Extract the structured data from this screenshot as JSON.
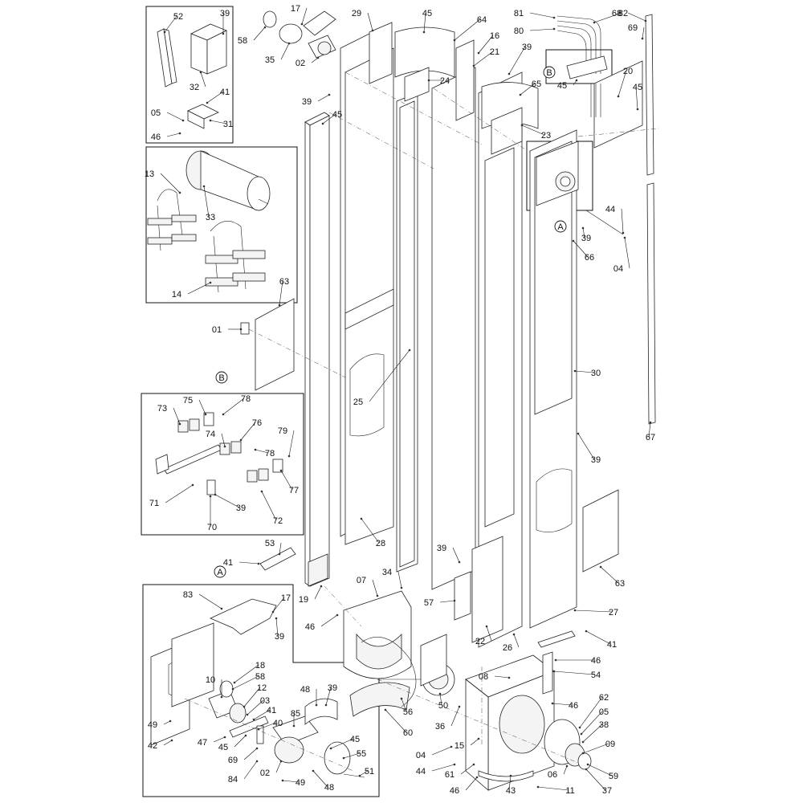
{
  "diagram": {
    "callouts": [
      {
        "id": "c-52",
        "text": "52"
      },
      {
        "id": "c-39a",
        "text": "39"
      },
      {
        "id": "c-32",
        "text": "32"
      },
      {
        "id": "c-41a",
        "text": "41"
      },
      {
        "id": "c-05a",
        "text": "05"
      },
      {
        "id": "c-31",
        "text": "31"
      },
      {
        "id": "c-46a",
        "text": "46"
      },
      {
        "id": "c-13",
        "text": "13"
      },
      {
        "id": "c-33",
        "text": "33"
      },
      {
        "id": "c-14",
        "text": "14"
      },
      {
        "id": "c-63a",
        "text": "63"
      },
      {
        "id": "c-01",
        "text": "01"
      },
      {
        "id": "c-73",
        "text": "73"
      },
      {
        "id": "c-75",
        "text": "75"
      },
      {
        "id": "c-78a",
        "text": "78"
      },
      {
        "id": "c-74",
        "text": "74"
      },
      {
        "id": "c-76",
        "text": "76"
      },
      {
        "id": "c-79",
        "text": "79"
      },
      {
        "id": "c-78b",
        "text": "78"
      },
      {
        "id": "c-77",
        "text": "77"
      },
      {
        "id": "c-71",
        "text": "71"
      },
      {
        "id": "c-39b",
        "text": "39"
      },
      {
        "id": "c-72",
        "text": "72"
      },
      {
        "id": "c-70",
        "text": "70"
      },
      {
        "id": "c-53",
        "text": "53"
      },
      {
        "id": "c-41b",
        "text": "41"
      },
      {
        "id": "c-58a",
        "text": "58"
      },
      {
        "id": "c-17a",
        "text": "17"
      },
      {
        "id": "c-35",
        "text": "35"
      },
      {
        "id": "c-02a",
        "text": "02"
      },
      {
        "id": "c-29",
        "text": "29"
      },
      {
        "id": "c-39c",
        "text": "39"
      },
      {
        "id": "c-45a",
        "text": "45"
      },
      {
        "id": "c-45b",
        "text": "45"
      },
      {
        "id": "c-64",
        "text": "64"
      },
      {
        "id": "c-24",
        "text": "24"
      },
      {
        "id": "c-16",
        "text": "16"
      },
      {
        "id": "c-21",
        "text": "21"
      },
      {
        "id": "c-39d",
        "text": "39"
      },
      {
        "id": "c-65",
        "text": "65"
      },
      {
        "id": "c-23",
        "text": "23"
      },
      {
        "id": "c-81",
        "text": "81"
      },
      {
        "id": "c-82",
        "text": "82"
      },
      {
        "id": "c-80",
        "text": "80"
      },
      {
        "id": "c-45c",
        "text": "45"
      },
      {
        "id": "c-68",
        "text": "68"
      },
      {
        "id": "c-69a",
        "text": "69"
      },
      {
        "id": "c-20",
        "text": "20"
      },
      {
        "id": "c-45d",
        "text": "45"
      },
      {
        "id": "c-44a",
        "text": "44"
      },
      {
        "id": "c-39e",
        "text": "39"
      },
      {
        "id": "c-04a",
        "text": "04"
      },
      {
        "id": "c-66",
        "text": "66"
      },
      {
        "id": "c-25",
        "text": "25"
      },
      {
        "id": "c-30",
        "text": "30"
      },
      {
        "id": "c-67",
        "text": "67"
      },
      {
        "id": "c-39f",
        "text": "39"
      },
      {
        "id": "c-63b",
        "text": "63"
      },
      {
        "id": "c-28",
        "text": "28"
      },
      {
        "id": "c-19",
        "text": "19"
      },
      {
        "id": "c-22",
        "text": "22"
      },
      {
        "id": "c-26",
        "text": "26"
      },
      {
        "id": "c-27",
        "text": "27"
      },
      {
        "id": "c-39g",
        "text": "39"
      },
      {
        "id": "c-57",
        "text": "57"
      },
      {
        "id": "c-41c",
        "text": "41"
      },
      {
        "id": "c-34",
        "text": "34"
      },
      {
        "id": "c-07",
        "text": "07"
      },
      {
        "id": "c-46b",
        "text": "46"
      },
      {
        "id": "c-46c",
        "text": "46"
      },
      {
        "id": "c-54",
        "text": "54"
      },
      {
        "id": "c-08",
        "text": "08"
      },
      {
        "id": "c-62",
        "text": "62"
      },
      {
        "id": "c-05b",
        "text": "05"
      },
      {
        "id": "c-38",
        "text": "38"
      },
      {
        "id": "c-09",
        "text": "09"
      },
      {
        "id": "c-59",
        "text": "59"
      },
      {
        "id": "c-46d",
        "text": "46"
      },
      {
        "id": "c-50",
        "text": "50"
      },
      {
        "id": "c-56",
        "text": "56"
      },
      {
        "id": "c-60",
        "text": "60"
      },
      {
        "id": "c-36",
        "text": "36"
      },
      {
        "id": "c-04b",
        "text": "04"
      },
      {
        "id": "c-15",
        "text": "15"
      },
      {
        "id": "c-44b",
        "text": "44"
      },
      {
        "id": "c-61",
        "text": "61"
      },
      {
        "id": "c-46e",
        "text": "46"
      },
      {
        "id": "c-43",
        "text": "43"
      },
      {
        "id": "c-11",
        "text": "11"
      },
      {
        "id": "c-06",
        "text": "06"
      },
      {
        "id": "c-37",
        "text": "37"
      },
      {
        "id": "c-83",
        "text": "83"
      },
      {
        "id": "c-17b",
        "text": "17"
      },
      {
        "id": "c-39h",
        "text": "39"
      },
      {
        "id": "c-18",
        "text": "18"
      },
      {
        "id": "c-58b",
        "text": "58"
      },
      {
        "id": "c-10",
        "text": "10"
      },
      {
        "id": "c-12",
        "text": "12"
      },
      {
        "id": "c-03",
        "text": "03"
      },
      {
        "id": "c-41d",
        "text": "41"
      },
      {
        "id": "c-40",
        "text": "40"
      },
      {
        "id": "c-49a",
        "text": "49"
      },
      {
        "id": "c-42",
        "text": "42"
      },
      {
        "id": "c-47",
        "text": "47"
      },
      {
        "id": "c-45e",
        "text": "45"
      },
      {
        "id": "c-69b",
        "text": "69"
      },
      {
        "id": "c-84",
        "text": "84"
      },
      {
        "id": "c-48a",
        "text": "48"
      },
      {
        "id": "c-39i",
        "text": "39"
      },
      {
        "id": "c-85",
        "text": "85"
      },
      {
        "id": "c-45f",
        "text": "45"
      },
      {
        "id": "c-55",
        "text": "55"
      },
      {
        "id": "c-02b",
        "text": "02"
      },
      {
        "id": "c-49b",
        "text": "49"
      },
      {
        "id": "c-48b",
        "text": "48"
      },
      {
        "id": "c-51",
        "text": "51"
      }
    ],
    "detail_markers": [
      {
        "id": "m-B1",
        "text": "B"
      },
      {
        "id": "m-B2",
        "text": "B"
      },
      {
        "id": "m-A1",
        "text": "A"
      },
      {
        "id": "m-A2",
        "text": "A"
      }
    ]
  }
}
